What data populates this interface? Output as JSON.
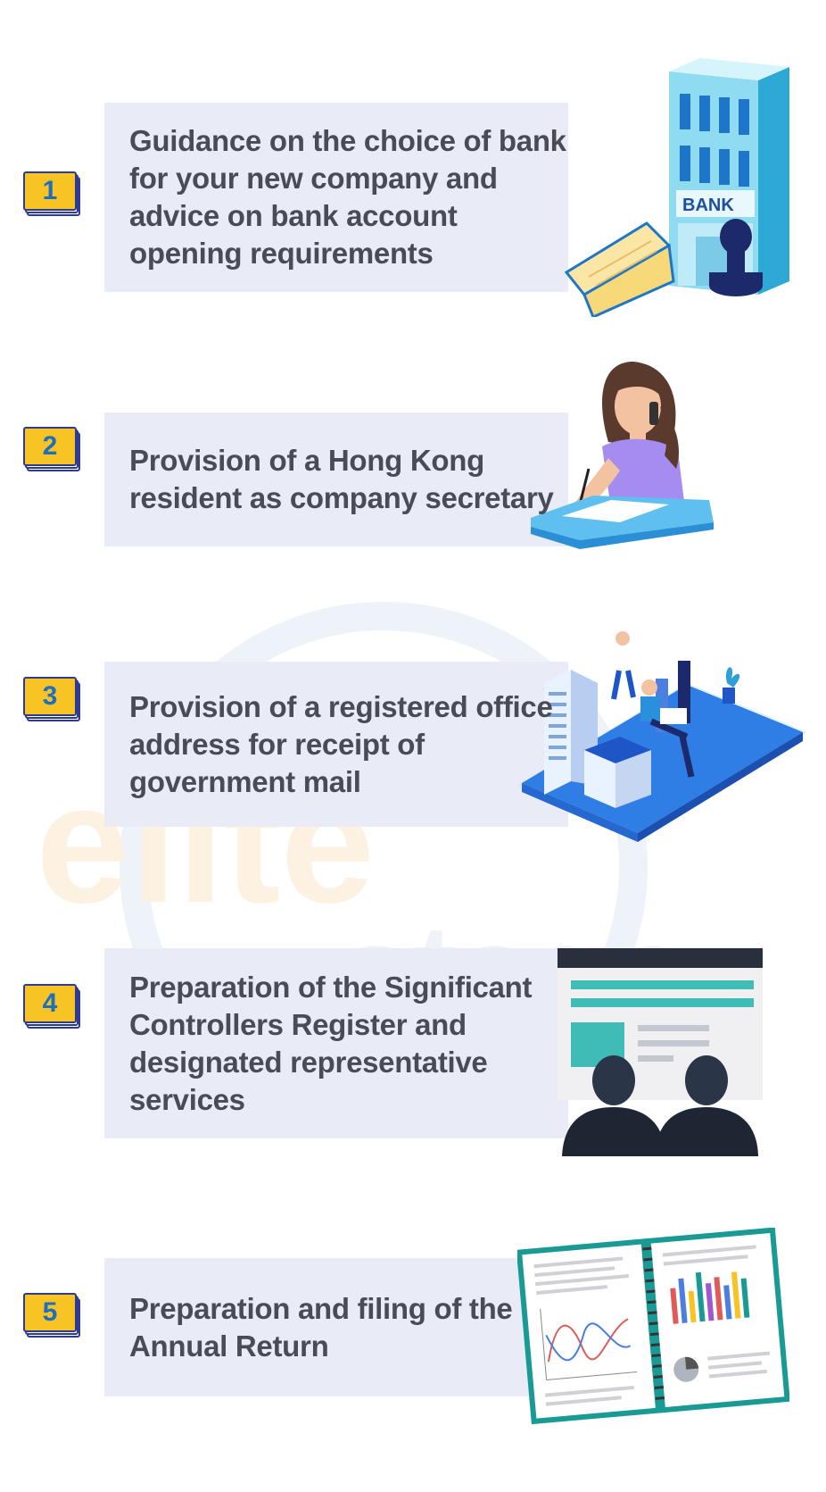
{
  "steps": [
    {
      "number": "1",
      "text": "Guidance on the choice of bank for your new company and advice on bank account opening requirements"
    },
    {
      "number": "2",
      "text": "Provision of a Hong Kong resident as company secretary"
    },
    {
      "number": "3",
      "text": "Provision of a registered office address for receipt of government mail"
    },
    {
      "number": "4",
      "text": "Preparation of the Significant Controllers Register and designated representative services"
    },
    {
      "number": "5",
      "text": "Preparation and filing of the Annual Return"
    }
  ],
  "illustrations": {
    "bank_sign": "BANK"
  },
  "watermark": {
    "word1": "elite",
    "word2": "stage"
  },
  "colors": {
    "card_bg": "#e9ecf7",
    "text": "#4a4c55",
    "badge_yellow": "#f7c325",
    "badge_number": "#1f6fbf",
    "badge_border": "#2f3b8f"
  }
}
